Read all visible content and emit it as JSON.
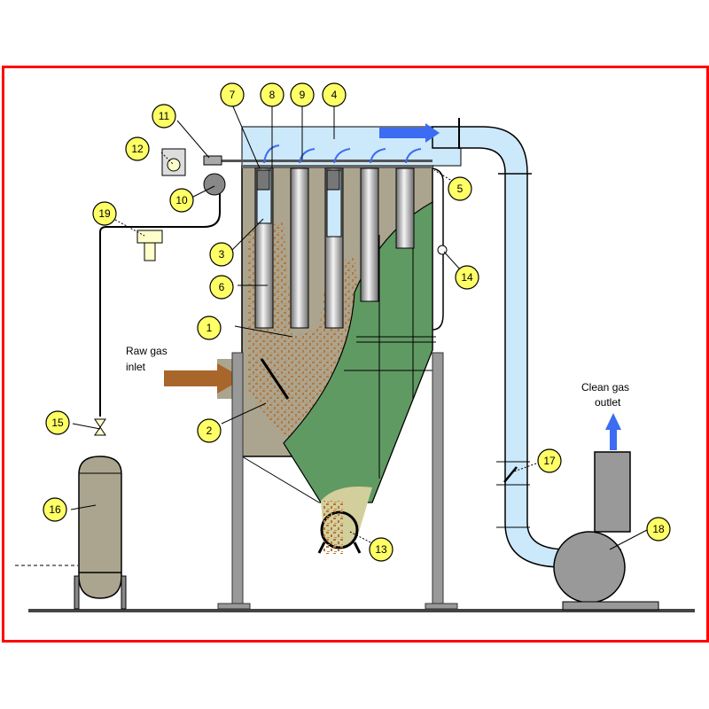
{
  "diagram": {
    "title": "Pulse-jet bag filter (baghouse) schematic",
    "colors": {
      "frame": "#ff0000",
      "housing": "#aba58f",
      "hopper_green": "#5f9a63",
      "clean_air": "#cce8fb",
      "flow_arrow_blue": "#3b6cf2",
      "raw_gas_arrow": "#a8662b",
      "dust": "#b5743a",
      "callout_fill": "#ffff66",
      "tank": "#aba58f",
      "steel_grey": "#999999"
    },
    "labels": {
      "raw_gas_line1": "Raw gas",
      "raw_gas_line2": "inlet",
      "clean_gas_line1": "Clean gas",
      "clean_gas_line2": "outlet"
    },
    "callouts": [
      {
        "id": "1",
        "label": "1"
      },
      {
        "id": "2",
        "label": "2"
      },
      {
        "id": "3",
        "label": "3"
      },
      {
        "id": "4",
        "label": "4"
      },
      {
        "id": "5",
        "label": "5"
      },
      {
        "id": "6",
        "label": "6"
      },
      {
        "id": "7",
        "label": "7"
      },
      {
        "id": "8",
        "label": "8"
      },
      {
        "id": "9",
        "label": "9"
      },
      {
        "id": "10",
        "label": "10"
      },
      {
        "id": "11",
        "label": "11"
      },
      {
        "id": "12",
        "label": "12"
      },
      {
        "id": "13",
        "label": "13"
      },
      {
        "id": "14",
        "label": "14"
      },
      {
        "id": "15",
        "label": "15"
      },
      {
        "id": "16",
        "label": "16"
      },
      {
        "id": "17",
        "label": "17"
      },
      {
        "id": "18",
        "label": "18"
      },
      {
        "id": "19",
        "label": "19"
      }
    ]
  }
}
